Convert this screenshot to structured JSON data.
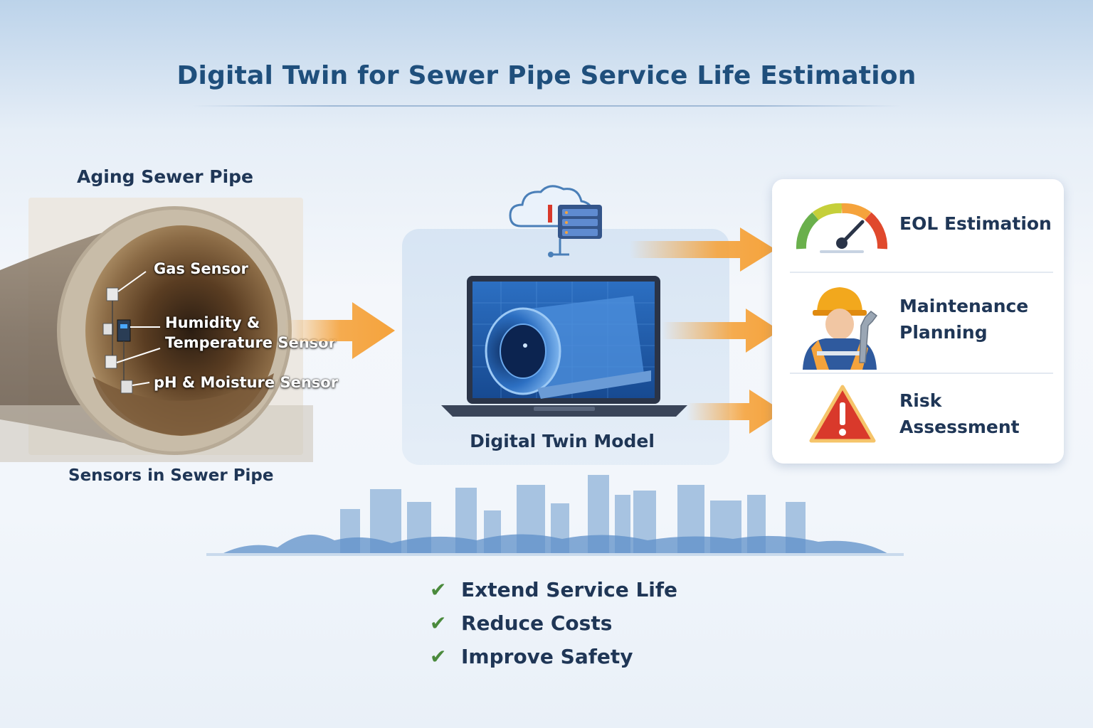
{
  "title": "Digital Twin for Sewer Pipe Service Life Estimation",
  "pipe": {
    "heading": "Aging Sewer Pipe",
    "caption": "Sensors in Sewer Pipe",
    "sensors": [
      "Gas Sensor",
      "Humidity &",
      "Temperature Sensor",
      "pH & Moisture Sensor"
    ]
  },
  "twin": {
    "caption": "Digital Twin Model",
    "icons": [
      "cloud-icon",
      "server-icon",
      "laptop-icon"
    ]
  },
  "outputs": [
    {
      "lines": [
        "EOL Estimation"
      ],
      "icon": "gauge-icon"
    },
    {
      "lines": [
        "Maintenance",
        "Planning"
      ],
      "icon": "worker-icon"
    },
    {
      "lines": [
        "Risk",
        "Assessment"
      ],
      "icon": "warning-icon"
    }
  ],
  "benefits": [
    "Extend Service Life",
    "Reduce Costs",
    "Improve Safety"
  ],
  "colors": {
    "title": "#1f4f7c",
    "arrow": "#f5a33c",
    "check": "#4a8a3c",
    "warning": "#d9392b",
    "skyline": "#8fb3d9"
  }
}
